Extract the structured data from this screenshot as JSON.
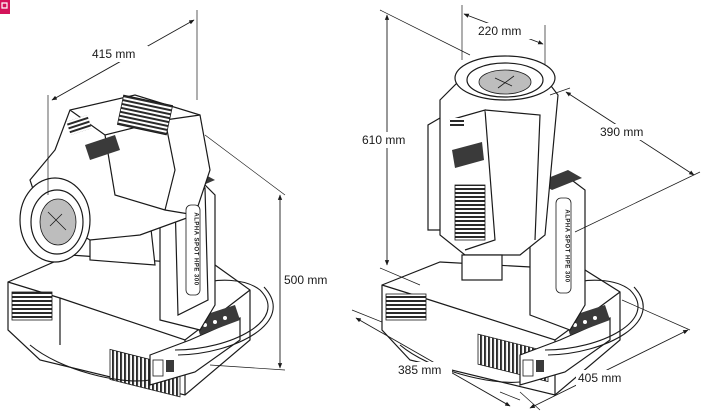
{
  "logo_mark_color": "#d4145a",
  "left_view": {
    "depth_label": "415 mm",
    "height_label": "500 mm",
    "arm_text": "ALPHA SPOT HPE 300"
  },
  "right_view": {
    "top_width_label": "220 mm",
    "height_label": "610 mm",
    "depth_label": "390 mm",
    "base_width_label": "385 mm",
    "base_depth_label": "405 mm",
    "arm_text": "ALPHA SPOT HPE 300"
  }
}
